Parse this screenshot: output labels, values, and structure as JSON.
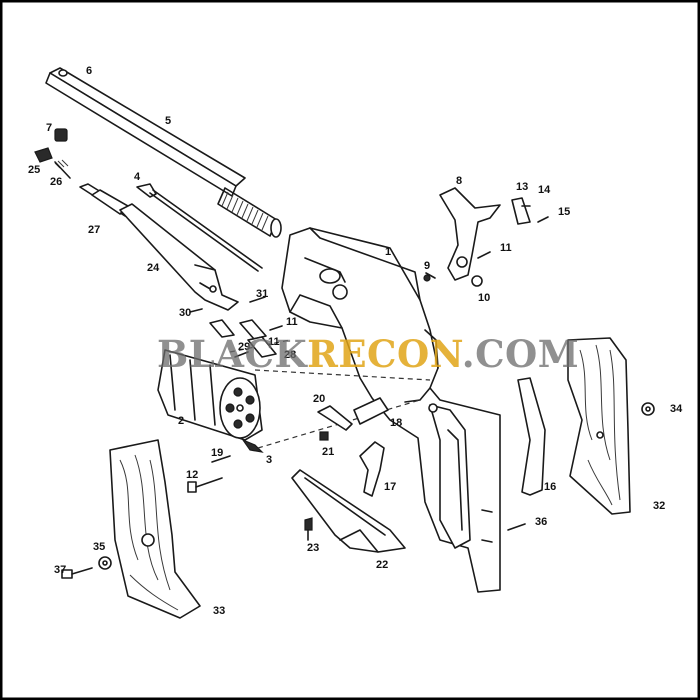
{
  "diagram": {
    "part_labels": [
      "1",
      "2",
      "3",
      "4",
      "5",
      "6",
      "7",
      "8",
      "9",
      "10",
      "11",
      "11",
      "11",
      "12",
      "13",
      "14",
      "15",
      "16",
      "17",
      "18",
      "19",
      "20",
      "21",
      "22",
      "23",
      "24",
      "25",
      "26",
      "27",
      "28",
      "29",
      "30",
      "31",
      "32",
      "33",
      "34",
      "35",
      "36",
      "37"
    ]
  },
  "watermark": {
    "part1": "BLACK",
    "part2": "RECON",
    "part3": ".COM"
  }
}
